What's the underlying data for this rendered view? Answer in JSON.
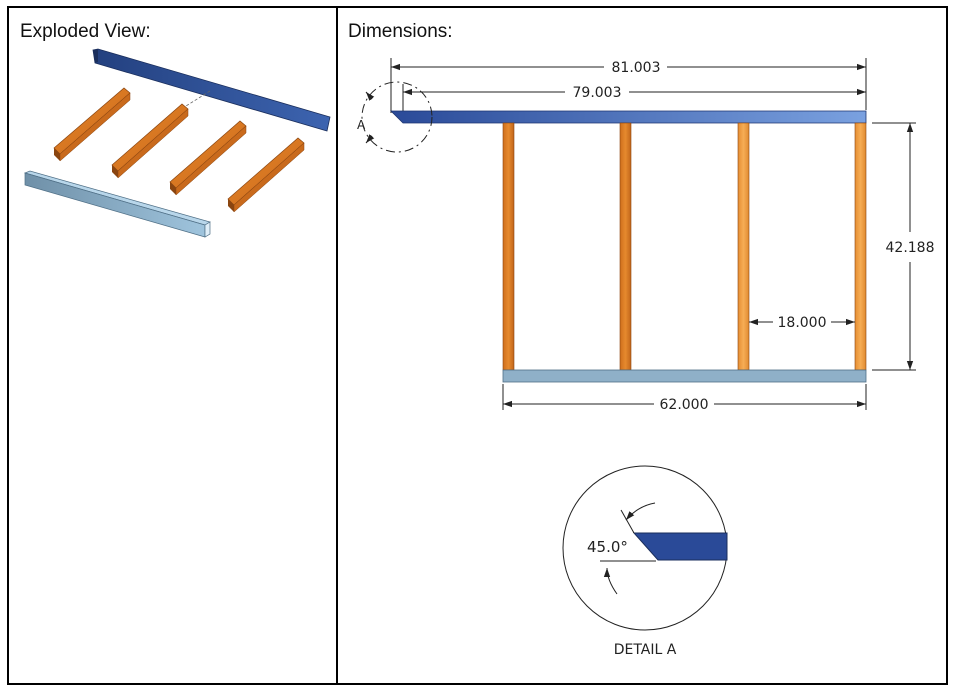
{
  "exploded_view": {
    "title": "Exploded View:"
  },
  "dimensions": {
    "title": "Dimensions:",
    "overall_width": "81.003",
    "top_plate_length": "79.003",
    "height": "42.188",
    "stud_spacing": "18.000",
    "bottom_plate_length": "62.000",
    "detail_marker": "A",
    "detail_angle": "45.0°",
    "detail_label": "DETAIL A"
  },
  "colors": {
    "top_plate": "#2f4f9a",
    "studs": "#d9781f",
    "bottom_plate": "#8fb0c8"
  }
}
